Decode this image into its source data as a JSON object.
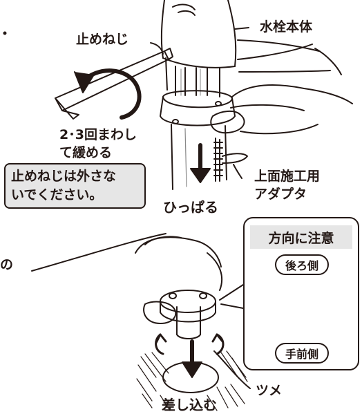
{
  "labels": {
    "main_body": "水栓本体",
    "set_screw": "止めねじ",
    "loosen_line1": "2･3回まわし",
    "loosen_line2": "て緩める",
    "warning_line1": "止めねじは外さな",
    "warning_line2": "いでください。",
    "adapter_line1": "上面施工用",
    "adapter_line2": "アダプタ",
    "pull": "ひっぱる",
    "partial_char": "の",
    "claw": "ツメ",
    "insert": "差し込む"
  },
  "inset": {
    "title": "方向に注意",
    "back_side": "後ろ側",
    "front_side": "手前側"
  },
  "colors": {
    "line": "#231815",
    "highlight_gray": "#e6e6e6",
    "background": "#ffffff"
  }
}
